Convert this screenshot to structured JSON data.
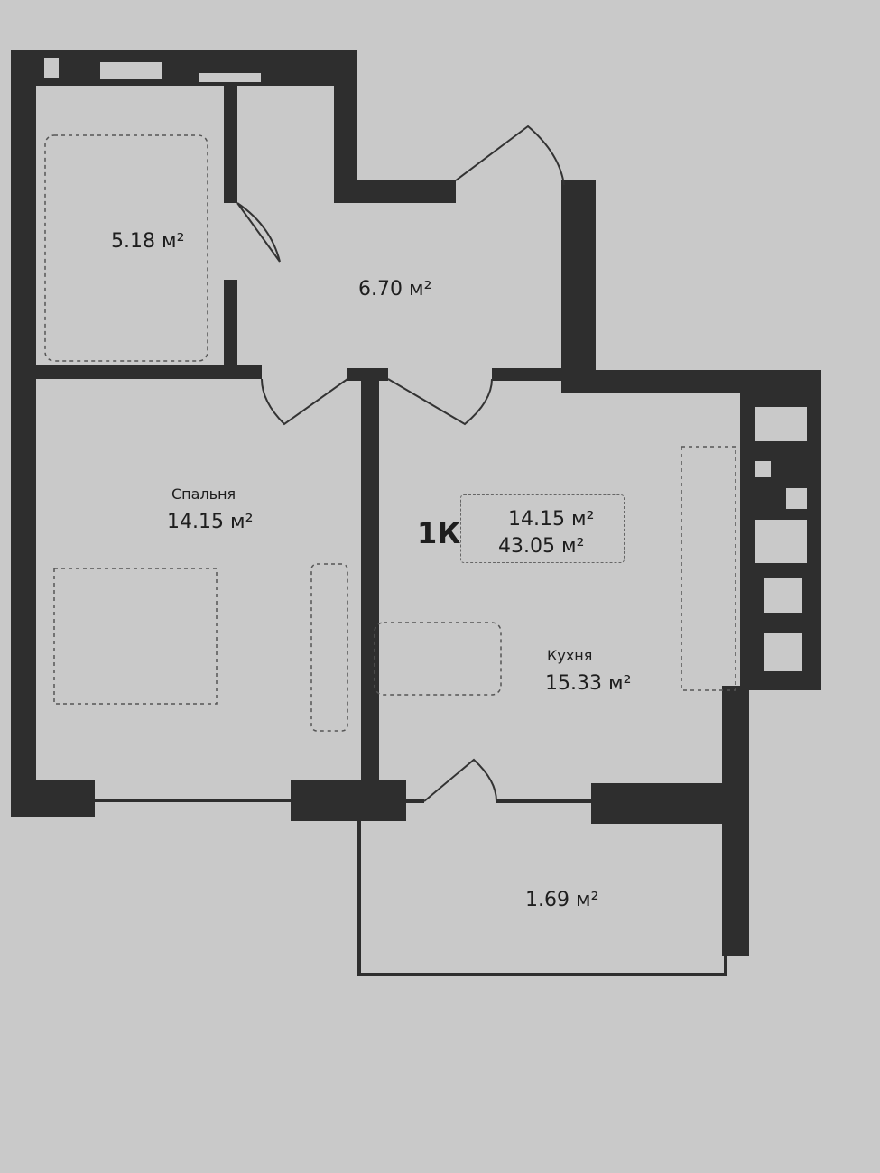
{
  "plan": {
    "apartment_type": "1К",
    "living_area": "14.15 м²",
    "total_area": "43.05 м²",
    "rooms": [
      {
        "name": "",
        "area": "5.18 м²"
      },
      {
        "name": "",
        "area": "6.70 м²"
      },
      {
        "name": "Спальня",
        "area": "14.15 м²"
      },
      {
        "name": "Кухня",
        "area": "15.33 м²"
      },
      {
        "name": "",
        "area": "1.69 м²"
      }
    ]
  }
}
